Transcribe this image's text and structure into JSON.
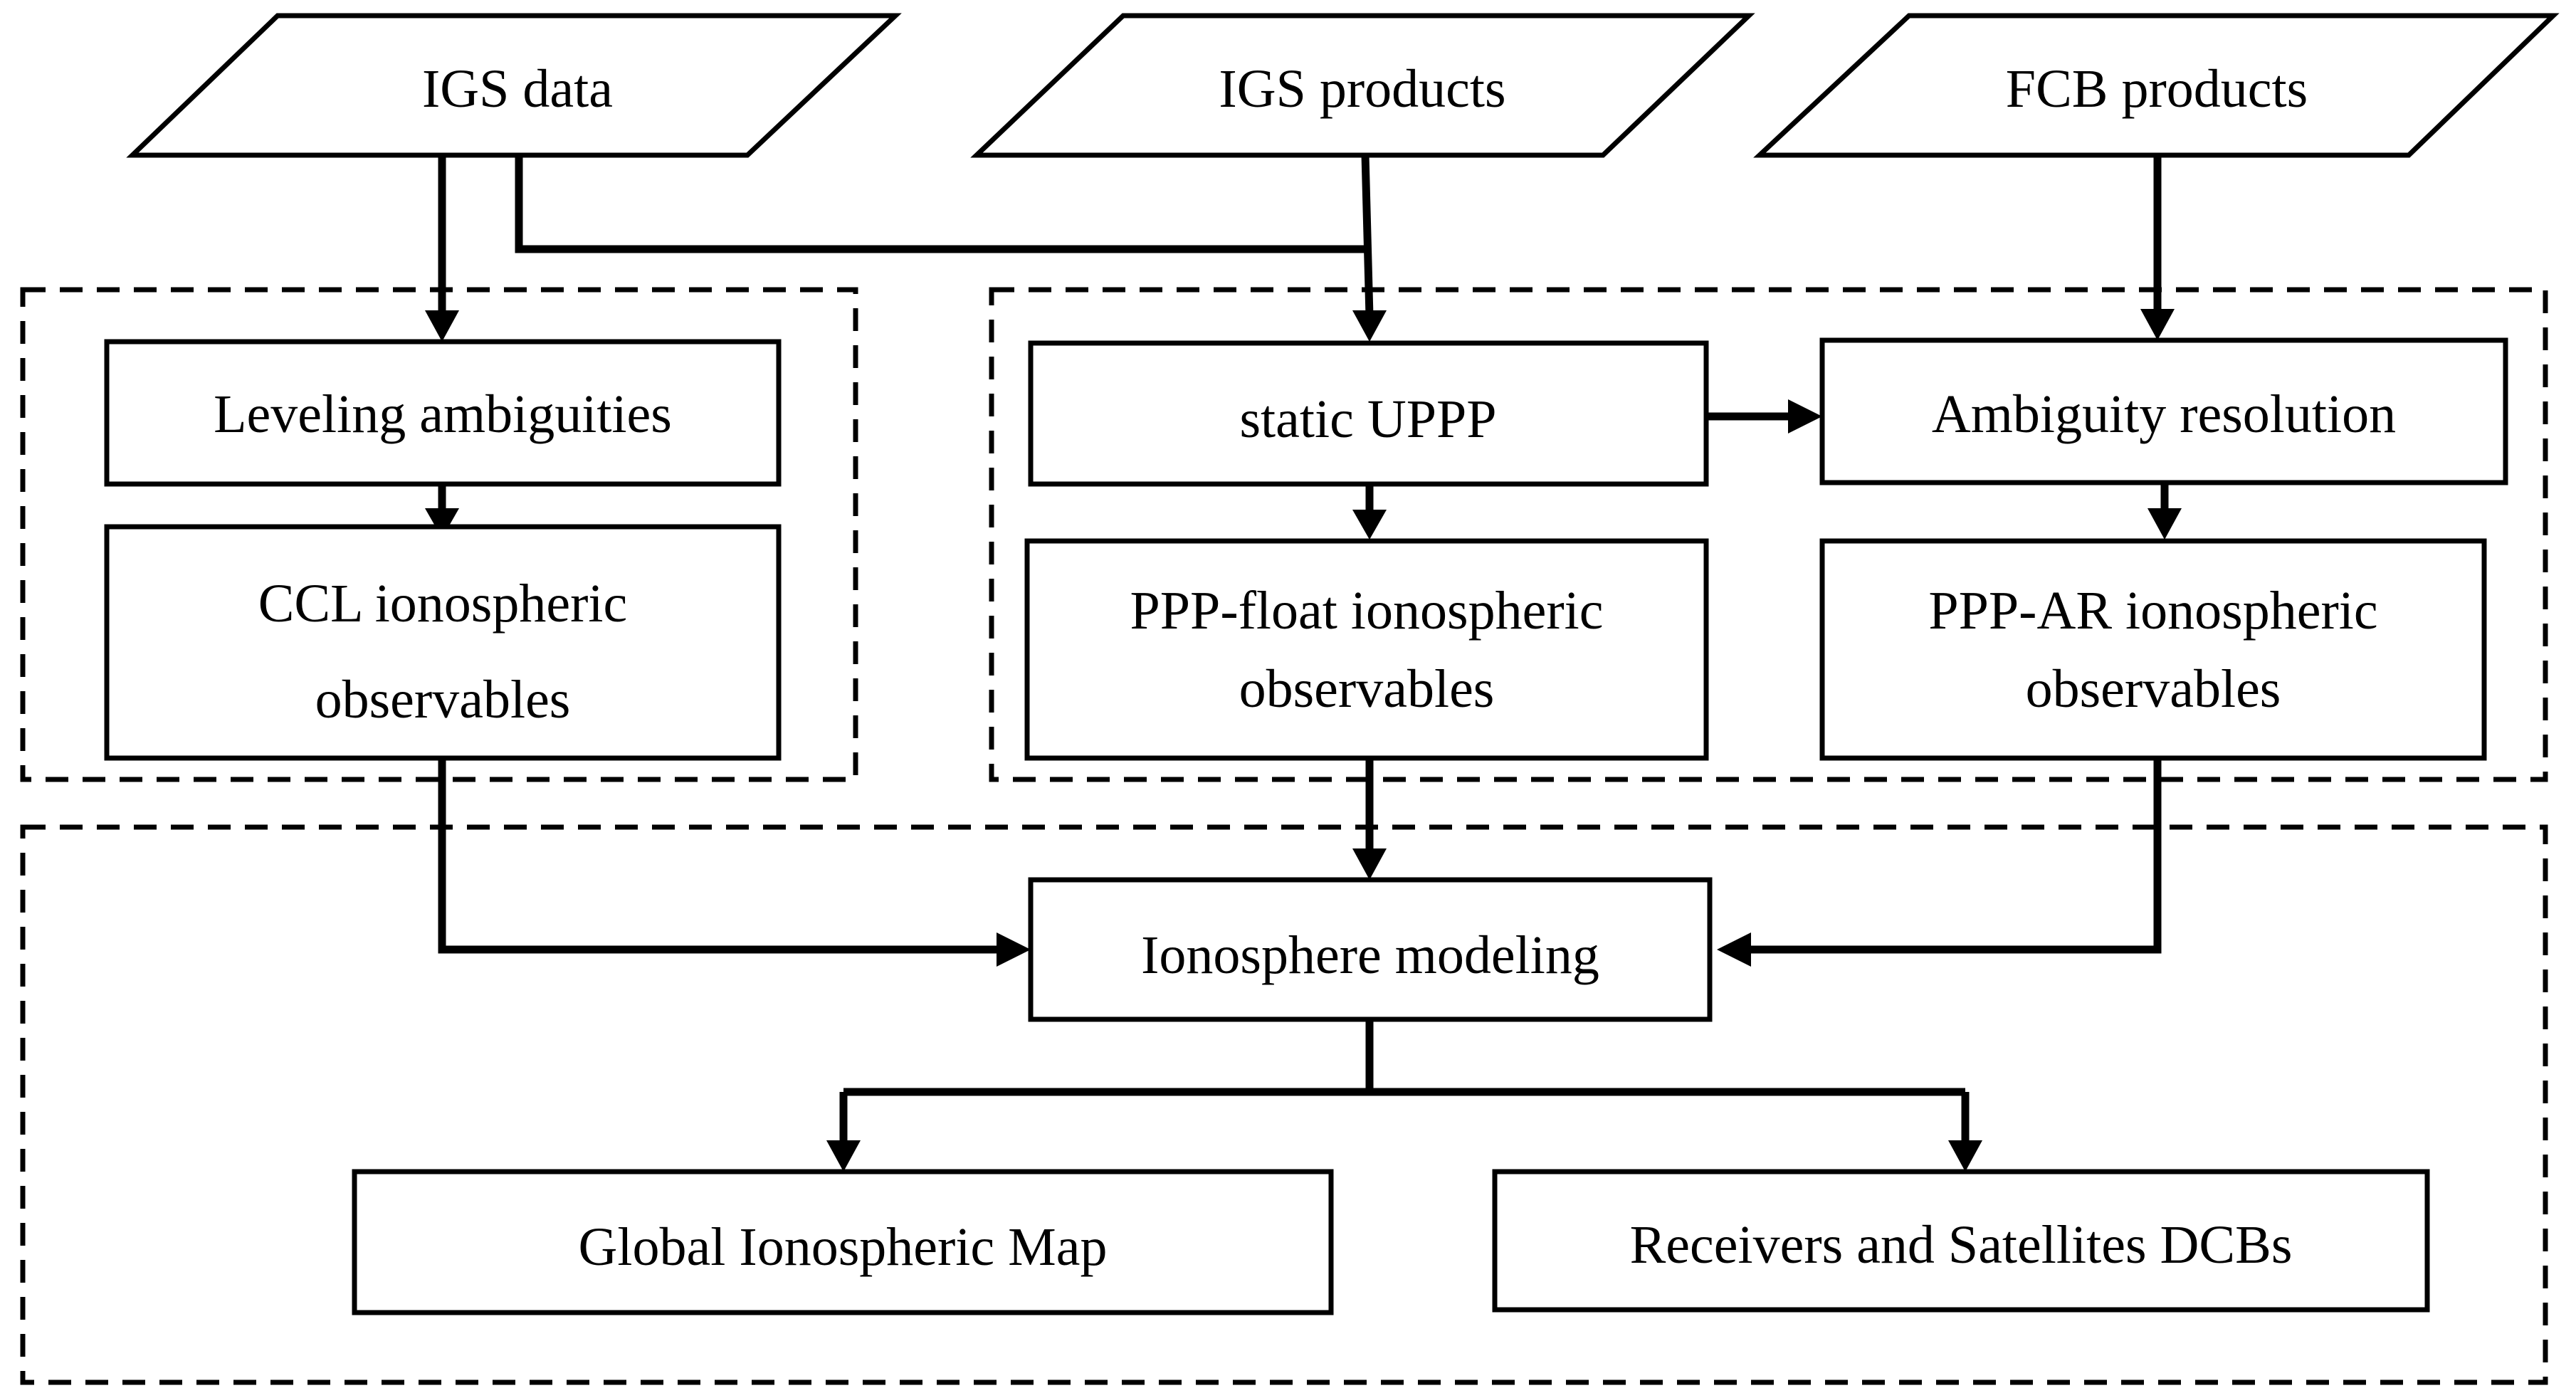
{
  "nodes": {
    "igs_data": "IGS data",
    "igs_products": "IGS products",
    "fcb_products": "FCB products",
    "leveling_ambiguities": "Leveling ambiguities",
    "ccl_observables": [
      "CCL ionospheric",
      "observables"
    ],
    "static_uppp": "static UPPP",
    "ambiguity_resolution": "Ambiguity resolution",
    "ppp_float_observables": [
      "PPP-float ionospheric",
      "observables"
    ],
    "ppp_ar_observables": [
      "PPP-AR ionospheric",
      "observables"
    ],
    "ionosphere_modeling": "Ionosphere modeling",
    "global_ionospheric_map": "Global Ionospheric Map",
    "receivers_satellites_dcbs": "Receivers and Satellites DCBs"
  },
  "edges": [
    {
      "from": "IGS data",
      "to": "Leveling ambiguities"
    },
    {
      "from": "IGS data",
      "to": "static UPPP"
    },
    {
      "from": "IGS products",
      "to": "static UPPP"
    },
    {
      "from": "FCB products",
      "to": "Ambiguity resolution"
    },
    {
      "from": "Leveling ambiguities",
      "to": "CCL ionospheric observables"
    },
    {
      "from": "static UPPP",
      "to": "Ambiguity resolution"
    },
    {
      "from": "static UPPP",
      "to": "PPP-float ionospheric observables"
    },
    {
      "from": "Ambiguity resolution",
      "to": "PPP-AR ionospheric observables"
    },
    {
      "from": "CCL ionospheric observables",
      "to": "Ionosphere modeling"
    },
    {
      "from": "PPP-float ionospheric observables",
      "to": "Ionosphere modeling"
    },
    {
      "from": "PPP-AR ionospheric observables",
      "to": "Ionosphere modeling"
    },
    {
      "from": "Ionosphere modeling",
      "to": "Global Ionospheric Map"
    },
    {
      "from": "Ionosphere modeling",
      "to": "Receivers and Satellites DCBs"
    }
  ]
}
